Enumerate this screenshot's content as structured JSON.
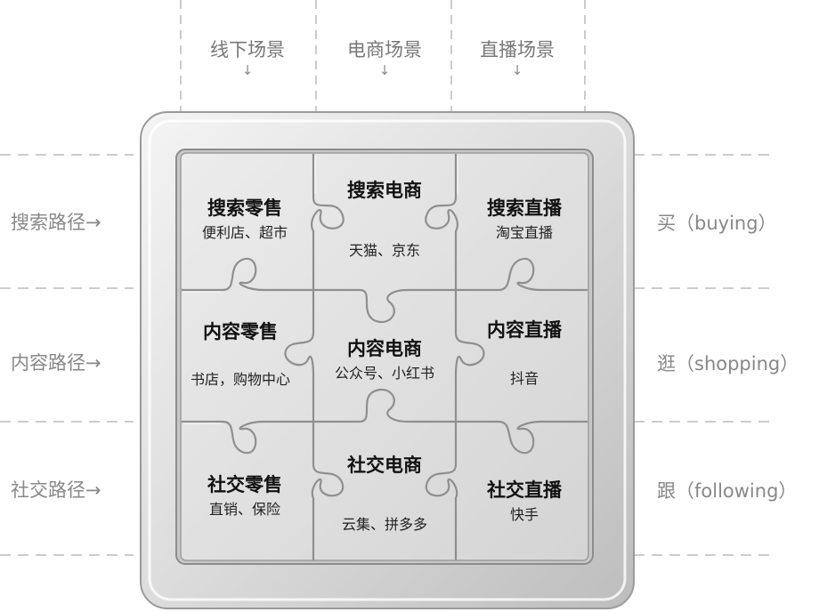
{
  "columns": [
    {
      "label": "线下场景",
      "arrow": "↓"
    },
    {
      "label": "电商场景",
      "arrow": "↓"
    },
    {
      "label": "直播场景",
      "arrow": "↓"
    }
  ],
  "rows": [
    {
      "left": "搜索路径→",
      "right": "买（buying）"
    },
    {
      "left": "内容路径→",
      "right": "逛（shopping）"
    },
    {
      "left": "社交路径→",
      "right": "跟（following）"
    }
  ],
  "cells": [
    [
      {
        "title": "搜索零售",
        "sub": "便利店、超市"
      },
      {
        "title": "搜索电商",
        "sub": "天猫、京东"
      },
      {
        "title": "搜索直播",
        "sub": "淘宝直播"
      }
    ],
    [
      {
        "title": "内容零售",
        "sub": "书店，购物中心"
      },
      {
        "title": "内容电商",
        "sub": "公众号、小红书"
      },
      {
        "title": "内容直播",
        "sub": "抖音"
      }
    ],
    [
      {
        "title": "社交零售",
        "sub": "直销、保险"
      },
      {
        "title": "社交电商",
        "sub": "云集、拼多多"
      },
      {
        "title": "社交直播",
        "sub": "快手"
      }
    ]
  ]
}
